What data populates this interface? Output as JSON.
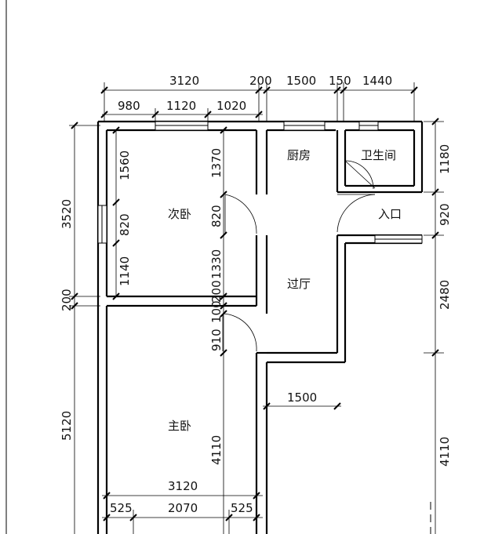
{
  "rooms": {
    "bedroom2": "次卧",
    "kitchen": "厨房",
    "bathroom": "卫生间",
    "entrance": "入口",
    "hall": "过厅",
    "master": "主卧"
  },
  "dims": {
    "top_3120": "3120",
    "top_200": "200",
    "top_1500": "1500",
    "top_150": "150",
    "top_1440": "1440",
    "top_980": "980",
    "top_1120": "1120",
    "top_1020": "1020",
    "left_3520": "3520",
    "left_200": "200",
    "left_5120": "5120",
    "in_1560": "1560",
    "in_820": "820",
    "in_1140": "1140",
    "in_1370": "1370",
    "in_820b": "820",
    "in_1330": "1330",
    "in_200": "200",
    "in_100": "100",
    "in_910": "910",
    "in_4110": "4110",
    "right_1180": "1180",
    "right_920": "920",
    "right_2480": "2480",
    "right_4110": "4110",
    "mid_1500": "1500",
    "bot_3120": "3120",
    "bot_525a": "525",
    "bot_2070": "2070",
    "bot_525b": "525"
  }
}
